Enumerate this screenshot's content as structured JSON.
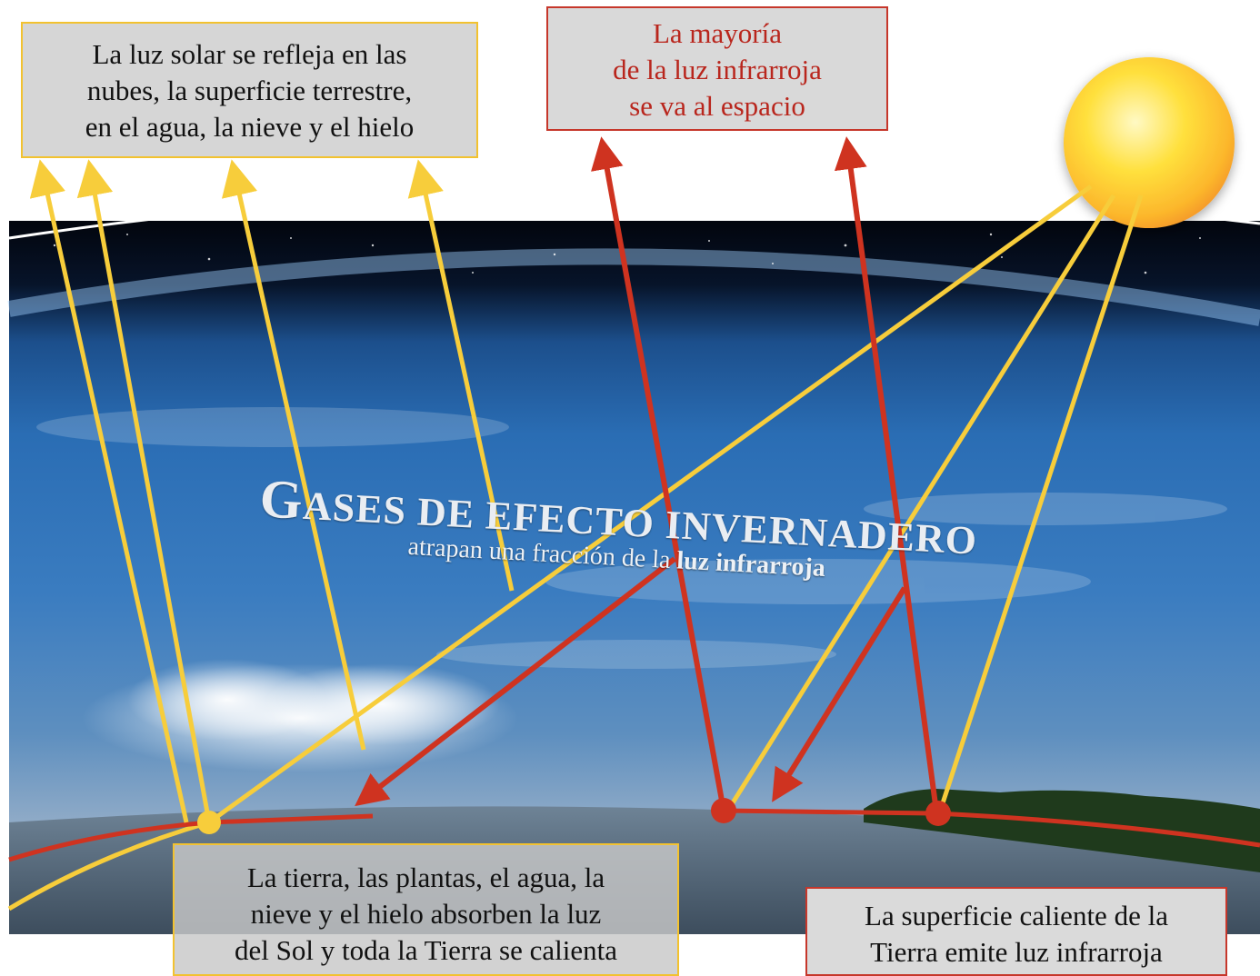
{
  "reflect_box": {
    "lines": [
      "La luz solar se refleja en las",
      "nubes, la superficie terrestre,",
      "en el agua, la nieve y el hielo"
    ]
  },
  "space_box": {
    "lines": [
      "La mayoría",
      "de la luz infrarroja",
      "se va al espacio"
    ]
  },
  "absorb_box": {
    "lines": [
      "La tierra, las plantas, el agua, la",
      "nieve y el hielo absorben la luz",
      "del Sol y toda la Tierra se calienta"
    ]
  },
  "emit_box": {
    "lines": [
      "La superficie caliente de la",
      "Tierra emite luz infrarroja"
    ]
  },
  "headline": {
    "title": "Gases de efecto invernadero",
    "sub_prefix": "atrapan una fracción de la ",
    "sub_bold": "luz infrarroja"
  },
  "colors": {
    "sunlight": "#f7cd3b",
    "infrared": "#cf3320",
    "sun": "#ffd93a"
  },
  "icons": {
    "sun": "sun-icon"
  }
}
